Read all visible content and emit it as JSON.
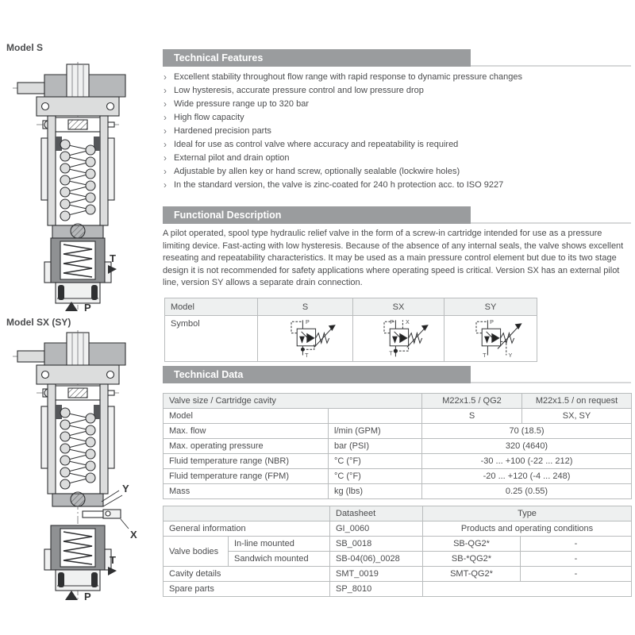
{
  "left_panel": {
    "model_s_label": "Model S",
    "model_sx_label": "Model SX (SY)",
    "port_p": "P",
    "port_t": "T",
    "port_x": "X",
    "port_y": "Y"
  },
  "sections": {
    "technical_features": {
      "title": "Technical Features",
      "bullet_char": "›",
      "bullets": [
        "Excellent stability throughout flow range with rapid response to dynamic pressure changes",
        "Low hysteresis, accurate pressure control and low pressure drop",
        "Wide pressure range up to 320 bar",
        "High flow capacity",
        "Hardened precision parts",
        "Ideal for use as control valve where accuracy and repeatability is required",
        "External pilot and drain option",
        "Adjustable by allen key or hand screw, optionally sealable (lockwire holes)",
        "In the standard version, the valve is zinc-coated for 240 h protection acc. to ISO 9227"
      ]
    },
    "functional_description": {
      "title": "Functional Description",
      "paragraph": "A pilot operated, spool type hydraulic relief valve in the form of a screw-in cartridge intended for use as a pressure limiting device. Fast-acting with low hysteresis. Because of the absence of any internal seals, the valve shows excellent reseating and repeatability characteristics. It may be used as a main pressure control element but due to its two stage design it is not recommended for safety applications where operating speed is critical. Version SX has an external pilot line, version SY allows a separate drain connection."
    },
    "technical_data": {
      "title": "Technical Data"
    }
  },
  "symbol_table": {
    "row1_label": "Model",
    "row2_label": "Symbol",
    "models": [
      "S",
      "SX",
      "SY"
    ],
    "ports": {
      "p": "P",
      "t": "T",
      "x": "X",
      "y": "Y"
    }
  },
  "technical_data_table": {
    "header_col1": "Valve size / Cartridge cavity",
    "header_col3": "M22x1.5 / QG2",
    "header_col4": "M22x1.5 / on request",
    "model_row": {
      "label": "Model",
      "unit": "",
      "s": "S",
      "sxsy": "SX, SY"
    },
    "rows": [
      {
        "label": "Max. flow",
        "unit": "l/min (GPM)",
        "value": "70 (18.5)"
      },
      {
        "label": "Max. operating pressure",
        "unit": "bar (PSI)",
        "value": "320 (4640)"
      },
      {
        "label": "Fluid temperature range (NBR)",
        "unit": "°C (°F)",
        "value": "-30 ... +100 (-22 ... 212)"
      },
      {
        "label": "Fluid temperature range (FPM)",
        "unit": "°C (°F)",
        "value": "-20 ... +120 (-4 ... 248)"
      },
      {
        "label": "Mass",
        "unit": "kg (lbs)",
        "value": "0.25 (0.55)"
      }
    ]
  },
  "datasheet_table": {
    "header_datasheet": "Datasheet",
    "header_type": "Type",
    "general_row": {
      "label": "General information",
      "datasheet": "GI_0060",
      "type": "Products and operating conditions"
    },
    "valve_bodies_label": "Valve bodies",
    "inline_row": {
      "label": "In-line mounted",
      "datasheet": "SB_0018",
      "type1": "SB-QG2*",
      "type2": "-"
    },
    "sandwich_row": {
      "label": "Sandwich mounted",
      "datasheet": "SB-04(06)_0028",
      "type1": "SB-*QG2*",
      "type2": "-"
    },
    "cavity_row": {
      "label": "Cavity details",
      "datasheet": "SMT_0019",
      "type1": "SMT-QG2*",
      "type2": "-"
    },
    "spare_row": {
      "label": "Spare parts",
      "datasheet": "SP_8010"
    }
  },
  "colors": {
    "section_bar": "#9a9c9e",
    "table_border": "#b9bcbd",
    "table_header_fill": "#eef0f0",
    "body_text": "#4b4c4e",
    "drawing_dark_gray": "#8f9193",
    "drawing_mid_gray": "#b6b8ba",
    "drawing_light_gray": "#dcdddd"
  }
}
